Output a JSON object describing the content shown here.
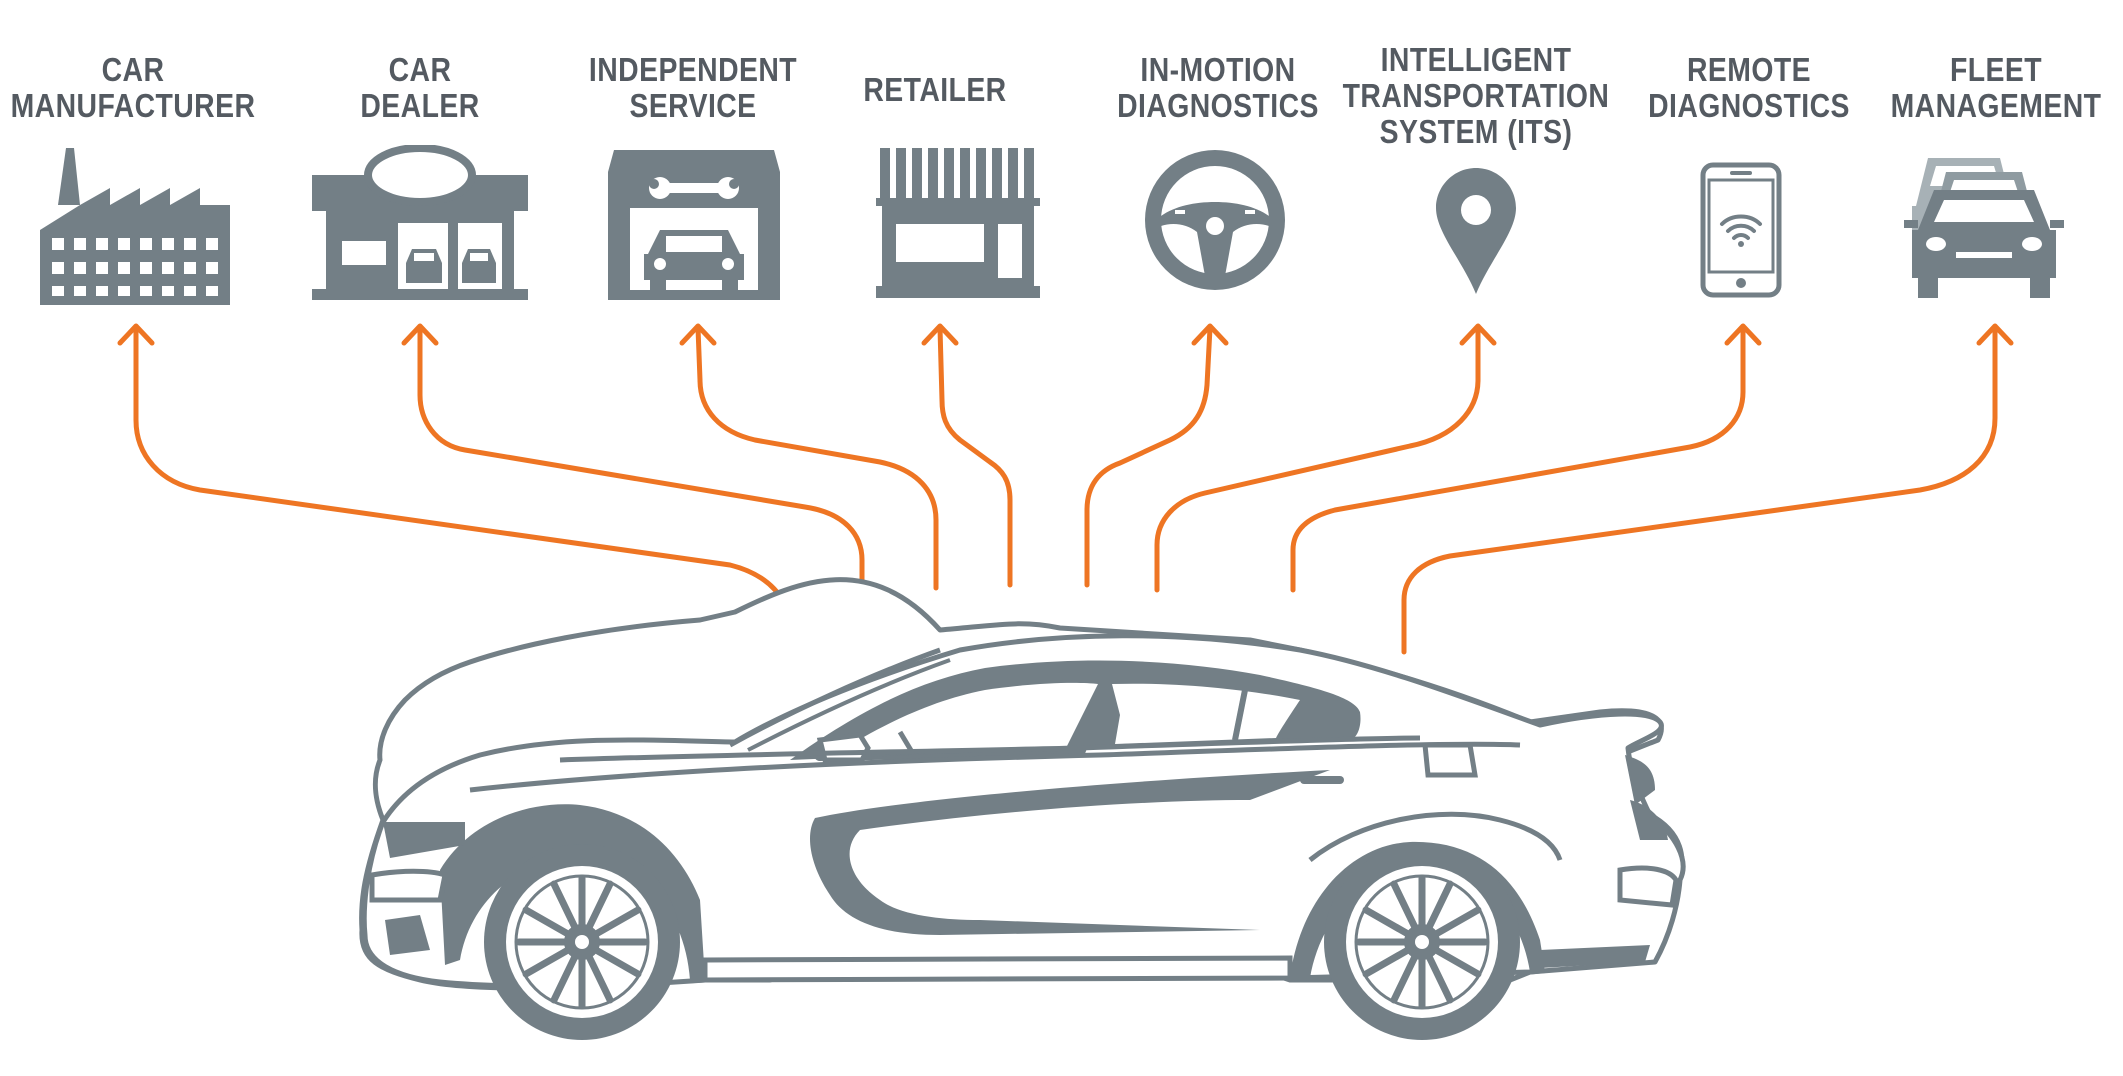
{
  "colors": {
    "icon": "#737f86",
    "arrow": "#ee7523",
    "text": "#545a61"
  },
  "destinations": [
    {
      "id": "car-manufacturer",
      "lines": [
        "CAR",
        "MANUFACTURER"
      ],
      "icon": "factory-icon"
    },
    {
      "id": "car-dealer",
      "lines": [
        "CAR",
        "DEALER"
      ],
      "icon": "dealership-icon"
    },
    {
      "id": "independent-service",
      "lines": [
        "INDEPENDENT",
        "SERVICE"
      ],
      "icon": "service-garage-icon"
    },
    {
      "id": "retailer",
      "lines": [
        "RETAILER"
      ],
      "icon": "storefront-icon"
    },
    {
      "id": "in-motion-diagnostics",
      "lines": [
        "IN-MOTION",
        "DIAGNOSTICS"
      ],
      "icon": "steering-wheel-icon"
    },
    {
      "id": "its",
      "lines": [
        "INTELLIGENT",
        "TRANSPORTATION",
        "SYSTEM (ITS)"
      ],
      "icon": "map-pin-icon"
    },
    {
      "id": "remote-diagnostics",
      "lines": [
        "REMOTE",
        "DIAGNOSTICS"
      ],
      "icon": "smartphone-wifi-icon"
    },
    {
      "id": "fleet-management",
      "lines": [
        "FLEET",
        "MANAGEMENT"
      ],
      "icon": "car-fleet-icon"
    }
  ],
  "source": {
    "icon": "sports-car-icon"
  }
}
